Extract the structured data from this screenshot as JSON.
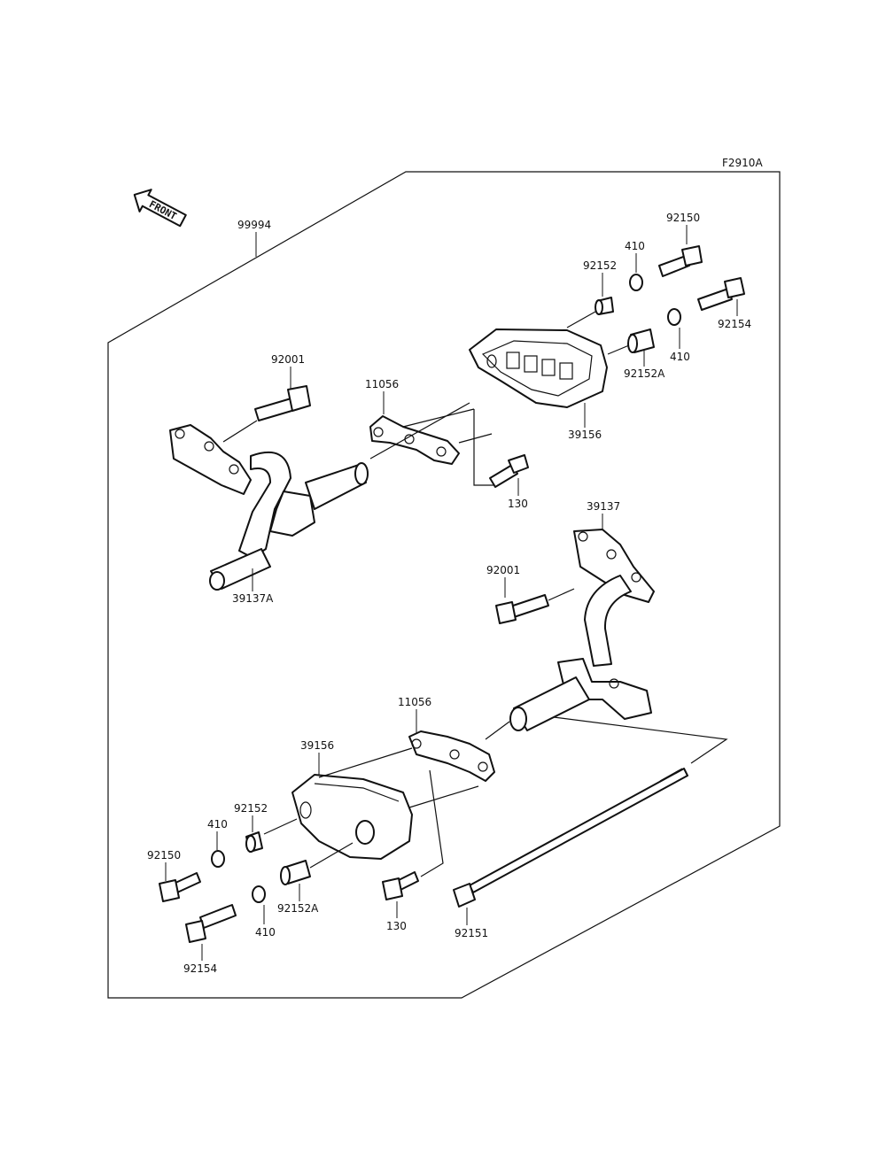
{
  "figure_code": "F2910A",
  "front_arrow_text": "FRONT",
  "labels": {
    "kit": "99994",
    "bolt_upper_left": "92001",
    "plate_upper": "11056",
    "slider_upper": "39156",
    "bracket_left": "39137A",
    "bolt_130_upper": "130",
    "collar_upper": "92152",
    "washer_upper_1": "410",
    "bolt_upper_92150": "92150",
    "bolt_upper_92154": "92154",
    "washer_upper_2": "410",
    "collar_upper_a": "92152A",
    "bracket_right": "39137",
    "bolt_lower_92001": "92001",
    "plate_lower": "11056",
    "slider_lower": "39156",
    "collar_lower": "92152",
    "washer_lower_1": "410",
    "bolt_lower_92150": "92150",
    "bolt_lower_92154": "92154",
    "washer_lower_2": "410",
    "collar_lower_a": "92152A",
    "bolt_130_lower": "130",
    "long_bolt": "92151"
  }
}
